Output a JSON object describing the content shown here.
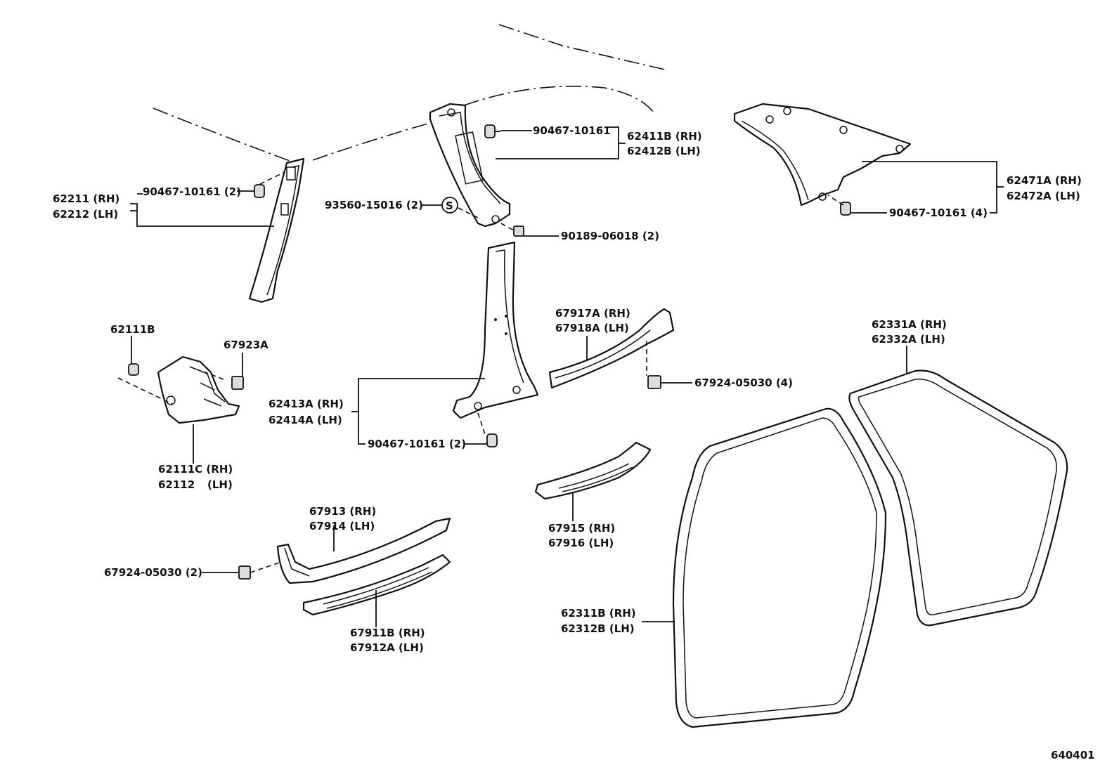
{
  "diagram": {
    "labels": [
      "90467-10161",
      "62411B (RH)",
      "62412B (LH)",
      "62211 (RH)",
      "62212 (LH)",
      "90467-10161 (2)",
      "93560-15016 (2)",
      "S",
      "90189-06018 (2)",
      "62471A (RH)",
      "62472A (LH)",
      "90467-10161 (4)",
      "62111B",
      "67923A",
      "62111C (RH)",
      "62112",
      "(LH)",
      "62413A (RH)",
      "62414A (LH)",
      "90467-10161 (2)",
      "67917A (RH)",
      "67918A (LH)",
      "67924-05030 (4)",
      "62331A (RH)",
      "62332A (LH)",
      "67913 (RH)",
      "67914 (LH)",
      "67924-05030 (2)",
      "67915 (RH)",
      "67916 (LH)",
      "67911B (RH)",
      "67912A (LH)",
      "62311B (RH)",
      "62312B (LH)",
      "640401"
    ]
  }
}
